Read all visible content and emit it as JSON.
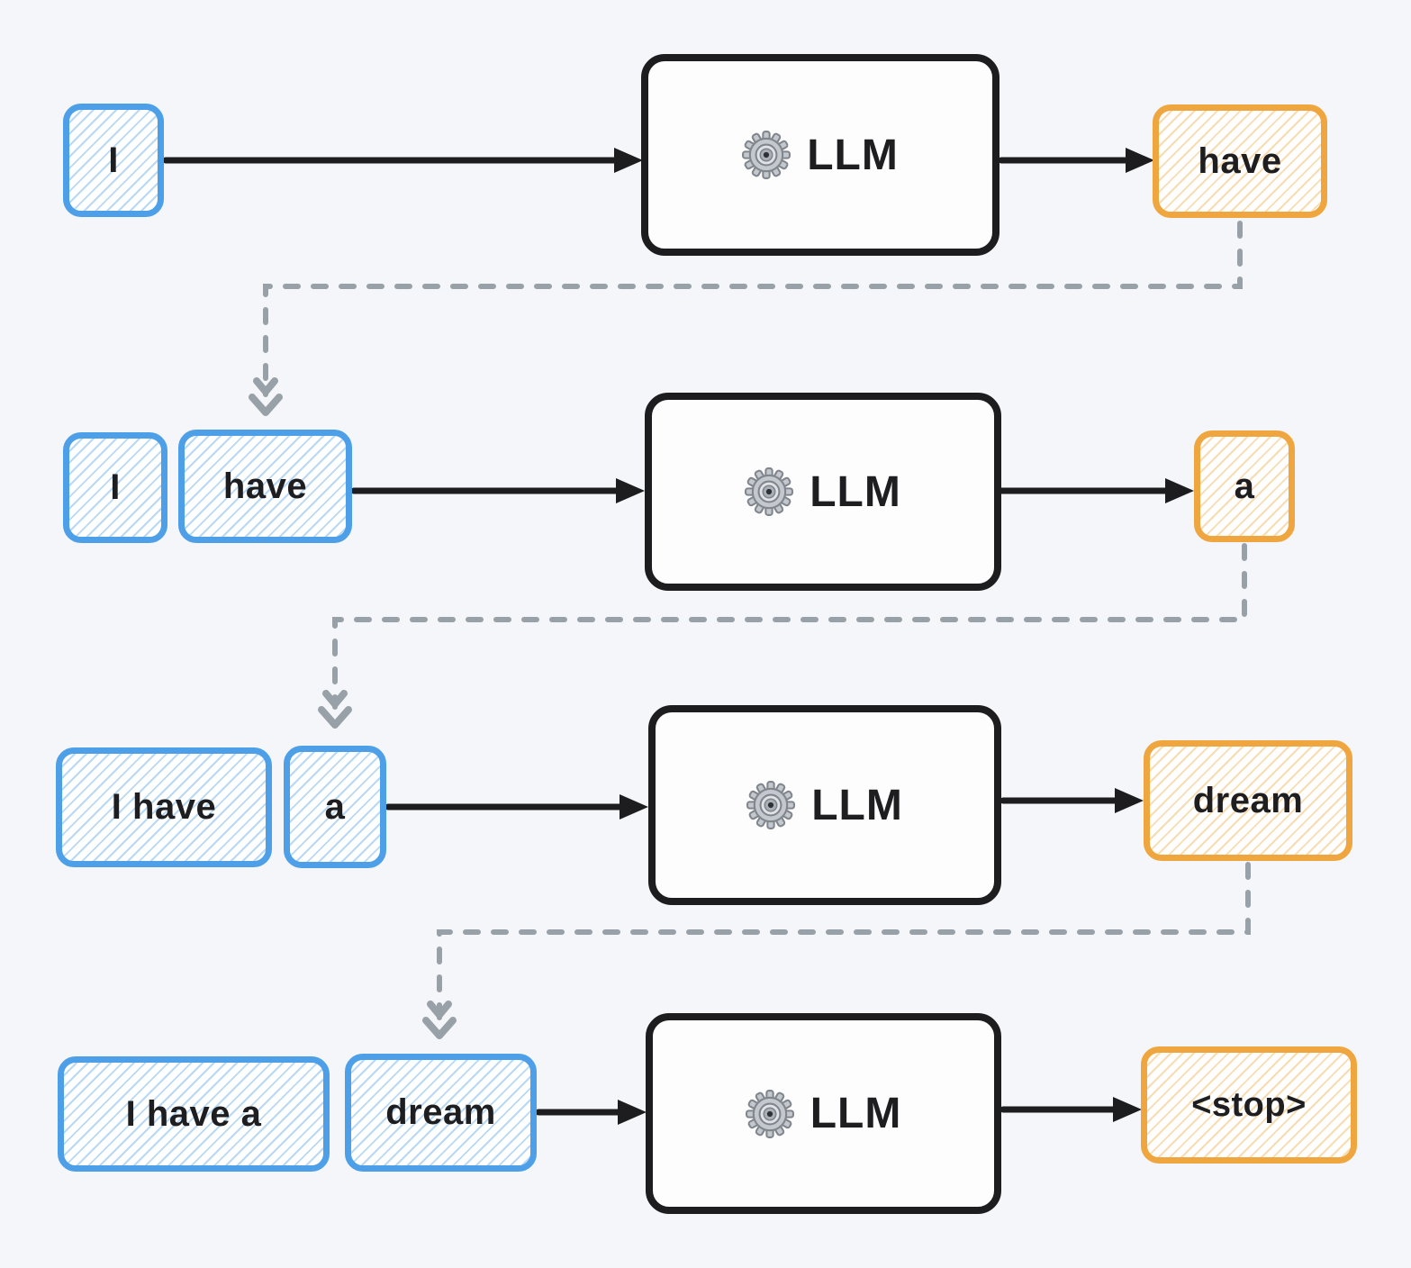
{
  "diagram": {
    "description": "Autoregressive LLM next-token generation loop",
    "llm_label": "LLM",
    "rows": [
      {
        "inputs": [
          "I"
        ],
        "output": "have"
      },
      {
        "inputs": [
          "I",
          "have"
        ],
        "output": "a"
      },
      {
        "inputs": [
          "I have",
          "a"
        ],
        "output": "dream"
      },
      {
        "inputs": [
          "I have a",
          "dream"
        ],
        "output": "<stop>"
      }
    ],
    "icons": {
      "llm": "gear-icon"
    },
    "colors": {
      "background": "#f4f6f9",
      "input_token_border": "#4d9fe8",
      "input_token_hatch": "#aecfee",
      "output_token_border": "#efa63f",
      "output_token_hatch": "#f6d7a8",
      "llm_box_border": "#1d1d1f",
      "solid_arrow": "#1d1d1f",
      "dashed_arrow": "#98a0a8",
      "text": "#1e1e20"
    }
  }
}
